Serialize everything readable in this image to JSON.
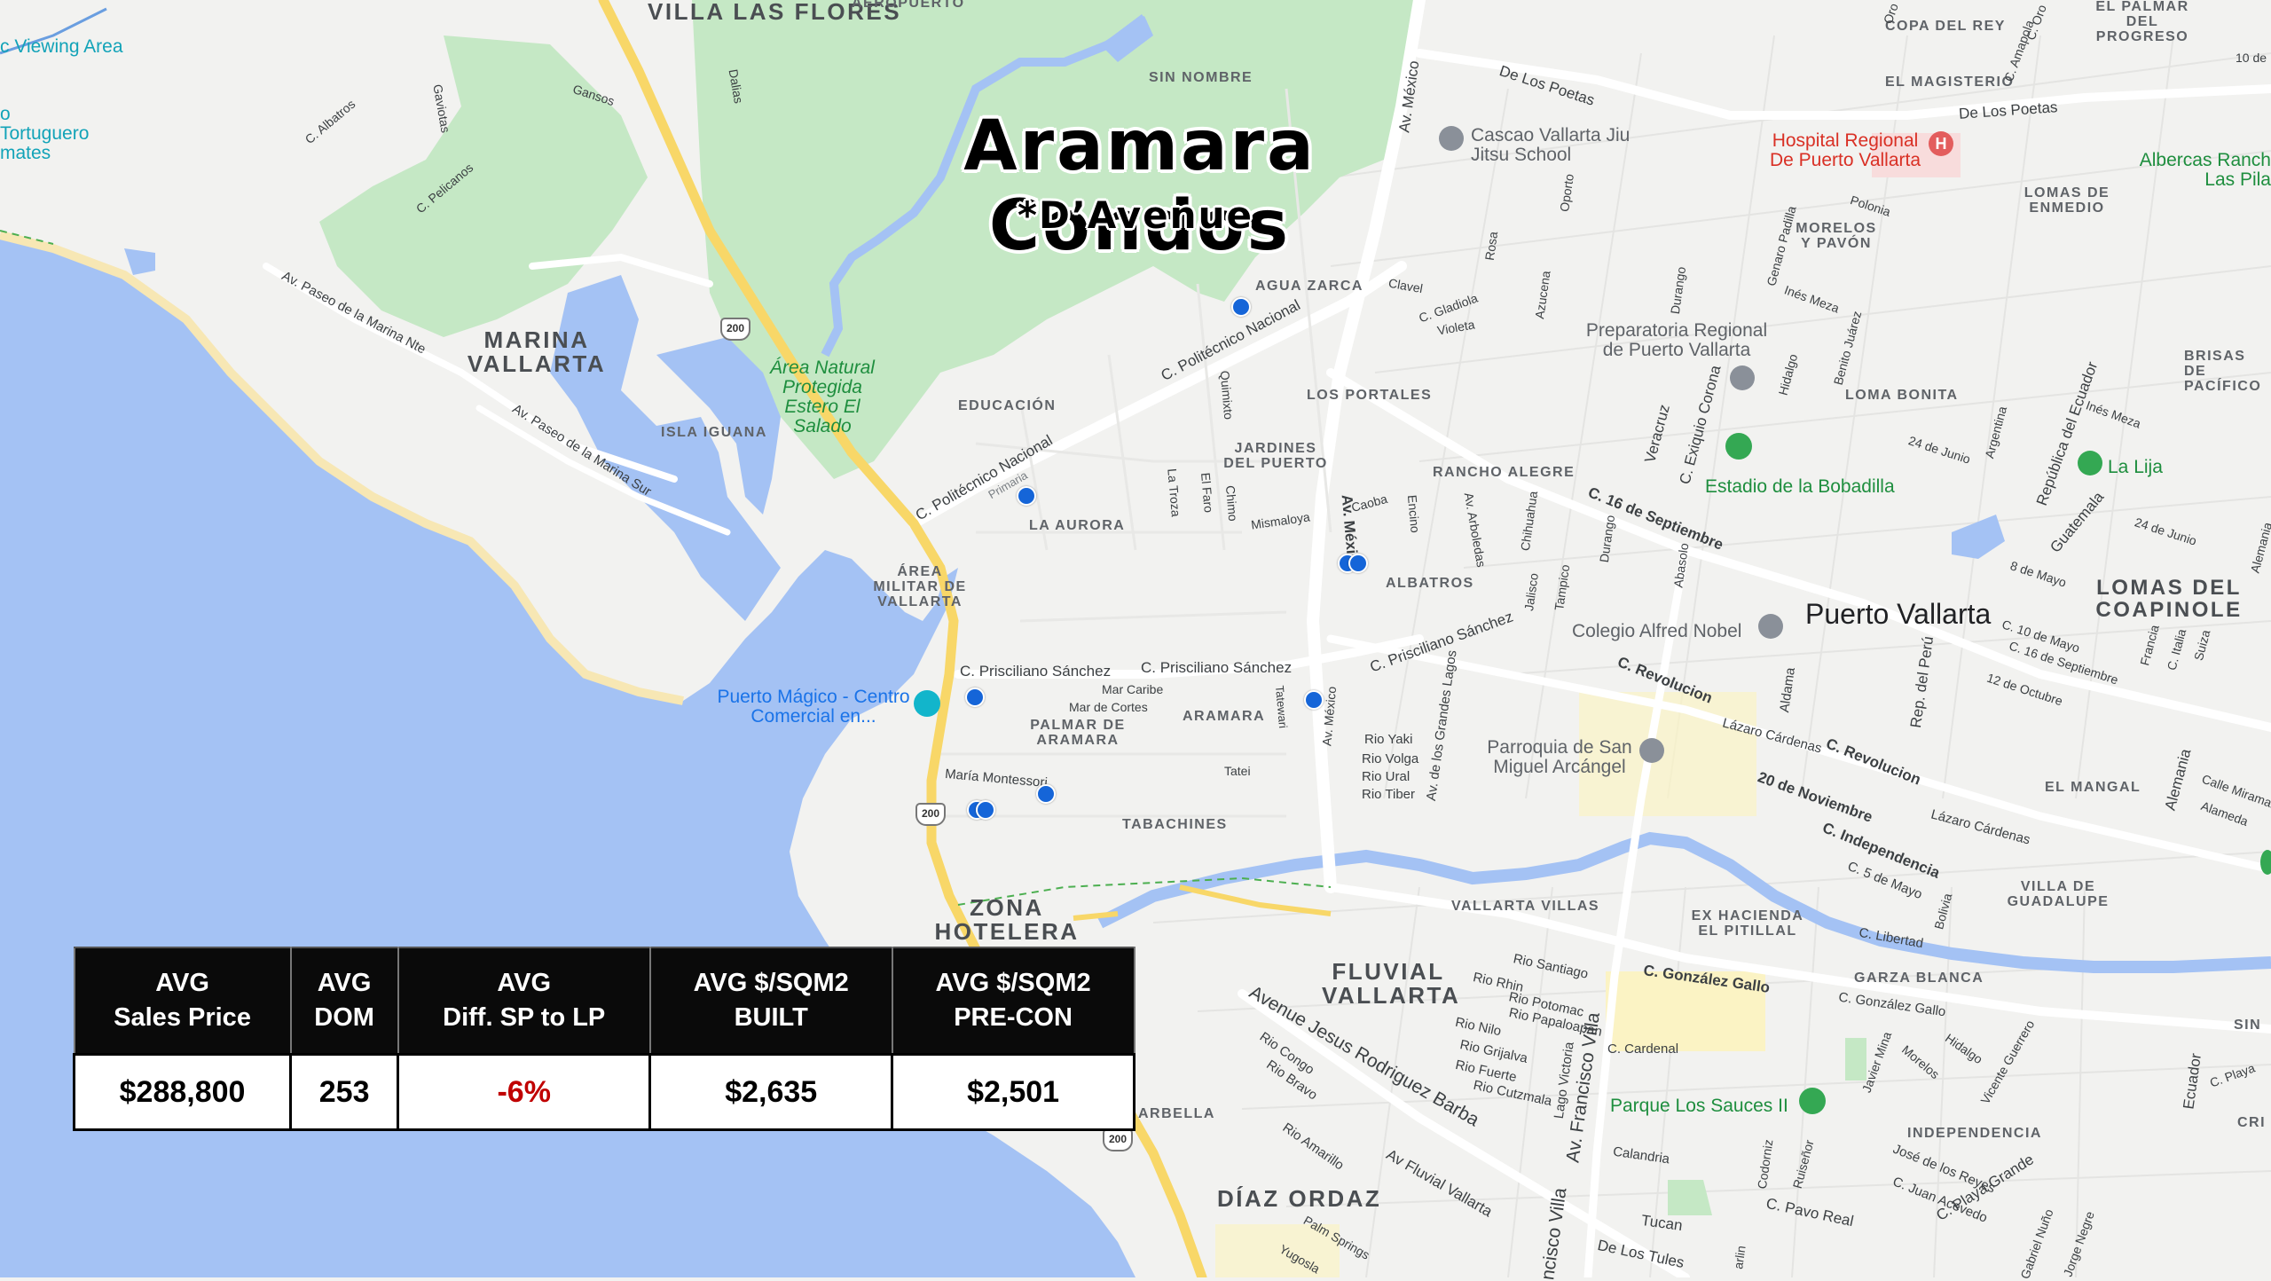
{
  "title": "Aramara Condos",
  "subtitle": "*D’Avenue",
  "stats": {
    "headers": [
      [
        "AVG",
        "Sales Price"
      ],
      [
        "AVG",
        "DOM"
      ],
      [
        "AVG",
        "Diff. SP to LP"
      ],
      [
        "AVG $/SQM2",
        "BUILT"
      ],
      [
        "AVG $/SQM2",
        "PRE-CON"
      ]
    ],
    "values": [
      "$288,800",
      "253",
      "-6%",
      "$2,635",
      "$2,501"
    ],
    "negative_color": "#c00000"
  },
  "map": {
    "colors": {
      "water": "#a4c2f4",
      "park": "#c5e8c5",
      "land": "#f2f2f0",
      "highway": "#f8d768",
      "road": "#ffffff",
      "listing_dot": "#1565d8"
    },
    "highway_shields": [
      "200",
      "200",
      "200"
    ],
    "listing_dots": 9,
    "labels": {
      "neighborhoods": {
        "villa_las_flores": "VILLA LAS FLORES",
        "aeropuerto": "AEROPUERTO",
        "sin_nombre": "SIN NOMBRE",
        "marina_vallarta": "MARINA VALLARTA",
        "isla_iguana": "ISLA IGUANA",
        "educacion": "EDUCACIÓN",
        "agua_zarca": "AGUA ZARCA",
        "los_portales": "LOS PORTALES",
        "jardines_del_puerto": "JARDINES DEL PUERTO",
        "la_aurora": "LA AURORA",
        "rancho_alegre": "RANCHO ALEGRE",
        "albatros": "ALBATROS",
        "area_militar": "ÁREA MILITAR DE VALLARTA",
        "palmar_de_aramara": "PALMAR DE ARAMARA",
        "aramara": "ARAMARA",
        "tabachines": "TABACHINES",
        "zona_hotelera": "ZONA HOTELERA NTE.",
        "fluvial_vallarta": "FLUVIAL VALLARTA",
        "vallarta_villas": "VALLARTA VILLAS",
        "diaz_ordaz": "DÍAZ ORDAZ",
        "arbella": "ARBELLA",
        "copa_del_rey": "COPA DEL REY",
        "el_magisterio": "EL MAGISTERIO",
        "el_palmar": "EL PALMAR DEL PROGRESO",
        "lomas_de_enmedio": "LOMAS DE ENMEDIO",
        "morelos_y_pavon": "MORELOS Y PAVÓN",
        "loma_bonita": "LOMA BONITA",
        "brisas_del_pacifico": "BRISAS DE PACÍFICO",
        "lomas_del_coapinole": "LOMAS DEL COAPINOLE",
        "el_mangal": "EL MANGAL",
        "villa_de_guadalupe": "VILLA DE GUADALUPE",
        "ex_hacienda": "EX HACIENDA EL PITILLAL",
        "garza_blanca": "GARZA BLANCA",
        "independencia": "INDEPENDENCIA",
        "sin": "SIN",
        "cri": "CRI"
      },
      "pois": {
        "cascao": "Cascao Vallarta Jiu Jitsu School",
        "hospital": "Hospital Regional De Puerto Vallarta",
        "albercas": "Albercas Ranch Las Pila",
        "preparatoria": "Preparatoria Regional de Puerto Vallarta",
        "estadio": "Estadio de la Bobadilla",
        "la_lija": "La Lija",
        "colegio": "Colegio Alfred Nobel",
        "parroquia": "Parroquia de San Miguel Arcángel",
        "puerto_magico": "Puerto Mágico - Centro Comercial en...",
        "parque_los_sauces": "Parque Los Sauces II",
        "area_natural": "Área Natural Protegida Estero El Salado",
        "viewing_area": "c Viewing Area",
        "tortuguero": "o Tortuguero mates"
      },
      "city": "Puerto Vallarta",
      "streets": {
        "de_los_poetas_1": "De Los Poetas",
        "de_los_poetas_2": "De Los Poetas",
        "av_mexico_1": "Av. México",
        "av_mexico_2": "Av. México",
        "av_mexico_3": "Av. México",
        "politecnico_1": "C. Politécnico Nacional",
        "politecnico_2": "C. Politécnico Nacional",
        "primaria": "Primaria",
        "prisciliano_1": "C. Prisciliano Sánchez",
        "prisciliano_2": "C. Prisciliano Sánchez",
        "prisciliano_3": "C. Prisciliano Sánchez",
        "paseo_marina_nte": "Av. Paseo de la Marina Nte",
        "paseo_marina_sur": "Av. Paseo de la Marina Sur",
        "albatros": "C. Albatros",
        "pelicanos": "C. Pelicanos",
        "gaviotas": "Gaviotas",
        "gansos": "Gansos",
        "dalias": "Dalias",
        "clavel": "Clavel",
        "gladiola": "C. Gladiola",
        "violeta": "Violeta",
        "rosa": "Rosa",
        "azucena": "Azucena",
        "oporto": "Oporto",
        "durango_1": "Durango",
        "durango_2": "Durango",
        "quimixto": "Quimixto",
        "la_troza": "La Troza",
        "el_faro": "El Faro",
        "chimo": "Chimo",
        "mismaloya": "Mismaloya",
        "caoba": "Caoba",
        "encino": "Encino",
        "arboledas": "Av. Arboledas",
        "chihuahua": "Chihuahua",
        "jalisco": "Jalisco",
        "tampico": "Tampico",
        "abasolo": "Abasolo",
        "veracruz": "Veracruz",
        "exiquio": "C. Exiquio Corona",
        "hidalgo_1": "Hidalgo",
        "benito_juarez": "Benito Juárez",
        "genaro_padilla": "Genaro Padilla",
        "ines_meza_1": "Inés Meza",
        "ines_meza_2": "Inés Meza",
        "polonia": "Polonia",
        "sep16_1": "C. 16 de Septiembre",
        "sep16_2": "C. 16 de Septiembre",
        "revolucion_1": "C. Revolucion",
        "revolucion_2": "C. Revolucion",
        "lazaro_1": "Lázaro Cárdenas",
        "lazaro_2": "Lázaro Cárdenas",
        "nov20": "20 de Noviembre",
        "independencia_1": "C. Independencia",
        "mayo5": "C. 5 de Mayo",
        "libertad": "C. Libertad",
        "gonzalez_gallo_1": "C. González Gallo",
        "gonzalez_gallo_2": "C. González Gallo",
        "aldama": "Aldama",
        "rep_peru": "Rep. del Perú",
        "rep_ecuador": "República del Ecuador",
        "argentina": "Argentina",
        "guatemala": "Guatemala",
        "junio24_1": "24 de Junio",
        "junio24_2": "24 de Junio",
        "mayo8": "8 de Mayo",
        "mayo10": "C. 10 de Mayo",
        "sep16_3": "C. 16 de Septiembre",
        "oct12": "12 de Octubre",
        "francia": "Francia",
        "italia": "C. Italia",
        "suiza": "Suiza",
        "alemania_1": "Alemania",
        "alemania_2": "Alemania",
        "calle_miramar": "Calle Miramar",
        "alameda": "Alameda",
        "bolivia": "Bolivia",
        "mar_caribe": "Mar Caribe",
        "mar_de_cortes": "Mar de Cortes",
        "maria_montessori": "María Montessori",
        "tatei": "Tatei",
        "tatewari": "Tatewari",
        "rio_yaki": "Rio Yaki",
        "rio_volga": "Rio Volga",
        "rio_ural": "Rio Ural",
        "rio_tiber": "Rio Tiber",
        "grandes_lagos": "Av. de los Grandes Lagos",
        "rio_santiago": "Rio Santiago",
        "rio_rhin": "Rio Rhin",
        "rio_potomac": "Rio Potomac",
        "rio_papaloapan": "Rio Papaloapan",
        "rio_nilo": "Rio Nilo",
        "rio_grijalva": "Rio Grijalva",
        "rio_fuerte": "Rio Fuerte",
        "rio_cutzmala": "Rio Cutzmala",
        "rio_congo": "Rio Congo",
        "rio_bravo": "Rio Bravo",
        "rio_amarillo": "Rio Amarillo",
        "lago_victoria": "Lago Victoria",
        "av_francisco_villa_1": "Av. Francisco Villa",
        "av_francisco_villa_2": "ncisco Villa",
        "c_cardenal": "C. Cardenal",
        "calandria": "Calandria",
        "tucan": "Tucan",
        "de_los_tules": "De Los Tules",
        "av_fluvial": "Av Fluvial Vallarta",
        "rodriguez_barba": "Avenue Jesus Rodriguez Barba",
        "palm_springs": "Palm Springs",
        "yugoslavia": "Yugosla",
        "c_pavo_real": "C. Pavo Real",
        "c_playa_grande": "C. Playa Grande",
        "jose_reyes": "José de los Reyes",
        "juan_acevedo": "C. Juan Acevedo",
        "codorniz": "Codorniz",
        "ruiseñor": "Ruiseñor",
        "javier_mina": "Javier Mina",
        "morelos": "Morelos",
        "hidalgo_2": "Hidalgo",
        "vicente_guerrero": "Vicente Guerrero",
        "ecuador": "Ecuador",
        "playa_2": "C. Playa",
        "gabriel_nuno": "Gabriel Nuño",
        "jorge_negrete": "Jorge Negre",
        "amapola": "C. Amapola",
        "oro": "Oro",
        "arlin": "arlin",
        "diez_de": "10 de",
        "c_oro": "C. Oro"
      }
    }
  }
}
